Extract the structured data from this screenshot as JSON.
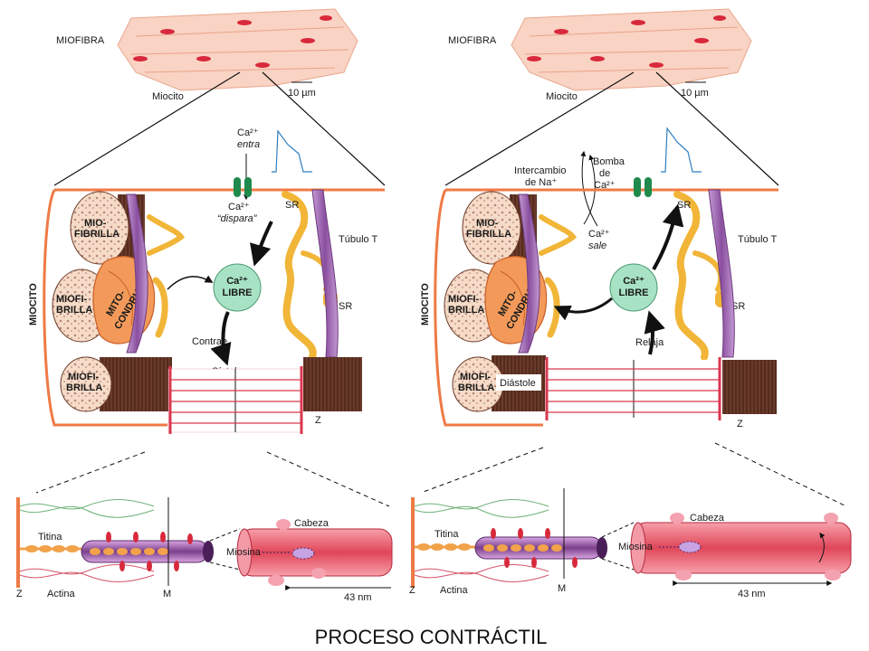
{
  "title": "PROCESO CONTRÁCTIL",
  "colors": {
    "membrane": "#ef7a45",
    "myofibril": "#f2c9a8",
    "mitochondria": "#f39a5a",
    "sr": "#f1b538",
    "ttubule": "#a978b8",
    "calcium": "#a8e2c4",
    "sarcomere": "#d9374f",
    "channel": "#1f8a4c",
    "myosin": "#e25a67",
    "filament": "#c96f9e"
  },
  "panels": [
    {
      "id": "left",
      "state": "contraction",
      "myofiber_label": "MIOFIBRA",
      "myocyte_label": "Miocito",
      "scale_label": "10 µm",
      "cell_label": "MIOCITO",
      "myofibril_top": [
        "MIO-",
        "FIBRILLA"
      ],
      "myofibril_mid": [
        "MIOFI-",
        "BRILLA"
      ],
      "myofibril_bot": [
        "MIOFI-",
        "BRILLA"
      ],
      "mito_label": [
        "MITO-",
        "CONDRIA"
      ],
      "sr_label": "SR",
      "ttubule_label": "Túbulo T",
      "ca_free": [
        "Ca²⁺",
        "LIBRE"
      ],
      "ca_enters": [
        "Ca²⁺",
        "entra"
      ],
      "ca_triggers": [
        "Ca²⁺",
        "“dispara”"
      ],
      "action_label": "Contrae",
      "phase_label": "Sístole",
      "z_label": "Z",
      "titin_label": "Titina",
      "actin_label": "Actina",
      "z_bottom": "Z",
      "m_label": "M",
      "head_label": "Cabeza",
      "myosin_label": "Miosina",
      "nm_label": "43 nm"
    },
    {
      "id": "right",
      "state": "relaxation",
      "myofiber_label": "MIOFIBRA",
      "myocyte_label": "Miocito",
      "scale_label": "10 µm",
      "cell_label": "MIOCITO",
      "myofibril_top": [
        "MIO-",
        "FIBRILLA"
      ],
      "myofibril_mid": [
        "MIOFI-",
        "BRILLA"
      ],
      "myofibril_bot": [
        "MIOFI-",
        "BRILLA"
      ],
      "mito_label": [
        "MITO-",
        "CONDRIA"
      ],
      "sr_label": "SR",
      "sr_label_2": "SR",
      "ttubule_label": "Túbulo T",
      "ca_free": [
        "Ca²⁺",
        "LIBRE"
      ],
      "ca_leaves": [
        "Ca²⁺",
        "sale"
      ],
      "exchanger": [
        "Intercambio",
        "de Na⁺"
      ],
      "pump": [
        "Bomba",
        "de",
        "Ca²⁺"
      ],
      "action_label": "Relaja",
      "phase_label": "Diástole",
      "z_label": "Z",
      "titin_label": "Titina",
      "actin_label": "Actina",
      "z_bottom": "Z",
      "m_label": "M",
      "head_label": "Cabeza",
      "myosin_label": "Miosina",
      "nm_label": "43 nm"
    }
  ]
}
